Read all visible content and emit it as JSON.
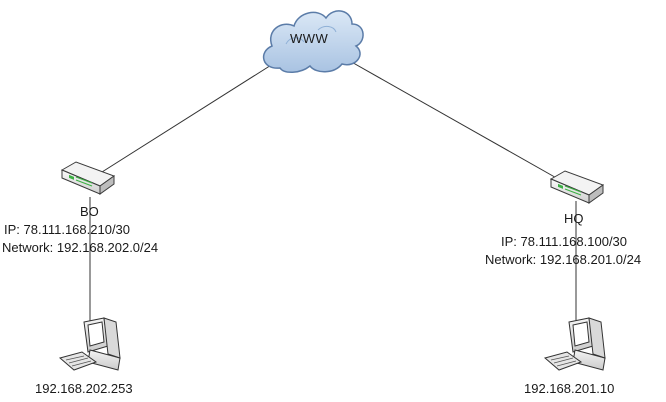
{
  "cloud": {
    "label": "WWW"
  },
  "branch_office": {
    "name": "BO",
    "ip": "IP: 78.111.168.210/30",
    "network": "Network: 192.168.202.0/24",
    "host_ip": "192.168.202.253"
  },
  "headquarters": {
    "name": "HQ",
    "ip": "IP: 78.111.168.100/30",
    "network": "Network: 192.168.201.0/24",
    "host_ip": "192.168.201.10"
  },
  "colors": {
    "cloud_fill": "#bcd3ec",
    "cloud_stroke": "#5b7ca8",
    "device_body": "#e9e9e9",
    "device_stroke": "#3a3a3a",
    "led_green": "#3cb043",
    "link_line": "#333333"
  }
}
